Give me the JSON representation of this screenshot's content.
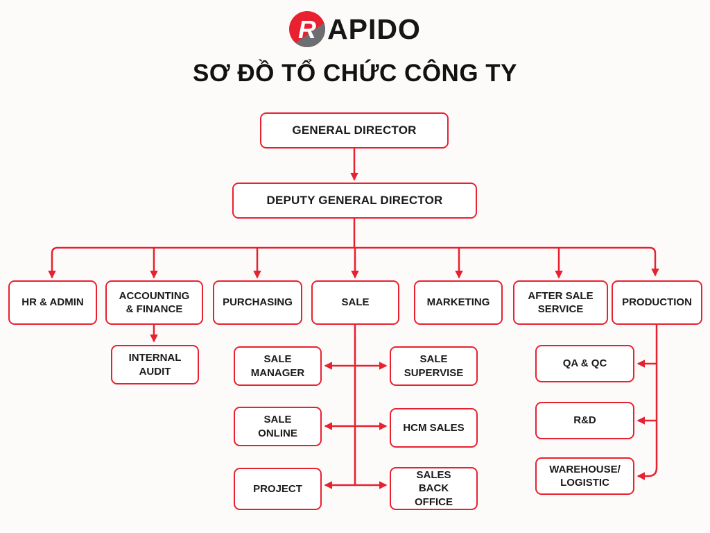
{
  "logo": {
    "icon_letter": "R",
    "brand_rest": "APIDO"
  },
  "title": "SƠ ĐỒ TỔ CHỨC CÔNG TY",
  "colors": {
    "red": "#e8202f",
    "logo_gray": "#6d6e71",
    "background": "#fcfbf9",
    "text": "#1a1a1a"
  },
  "nodes": {
    "general_director": "GENERAL DIRECTOR",
    "deputy_general_director": "DEPUTY GENERAL DIRECTOR",
    "hr_admin": "HR & ADMIN",
    "accounting_finance": "ACCOUNTING & FINANCE",
    "purchasing": "PURCHASING",
    "sale": "SALE",
    "marketing": "MARKETING",
    "after_sale_service": "AFTER SALE SERVICE",
    "production": "PRODUCTION",
    "internal_audit": "INTERNAL AUDIT",
    "sale_manager": "SALE MANAGER",
    "sale_supervise": "SALE SUPERVISE",
    "sale_online": "SALE ONLINE",
    "hcm_sales": "HCM SALES",
    "project": "PROJECT",
    "sales_back_office": "SALES BACK OFFICE",
    "qa_qc": "QA & QC",
    "rd": "R&D",
    "warehouse_logistic": "WAREHOUSE/ LOGISTIC"
  }
}
